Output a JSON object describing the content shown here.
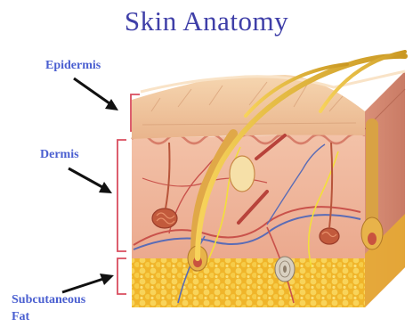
{
  "title": "Skin Anatomy",
  "labels": {
    "epidermis": "Epidermis",
    "dermis": "Dermis",
    "subcutaneous_line1": "Subcutaneous",
    "subcutaneous_line2": "Fat"
  },
  "colors": {
    "title": "#3f3fa8",
    "label": "#4a5fd0",
    "bracket": "#d94d5e",
    "epidermis": "#f1c29a",
    "dermis": "#f0b79d",
    "fat": "#f3c233",
    "hair": "#e6b830",
    "vessel_red": "#c9524b",
    "vessel_blue": "#5a6cb6"
  }
}
